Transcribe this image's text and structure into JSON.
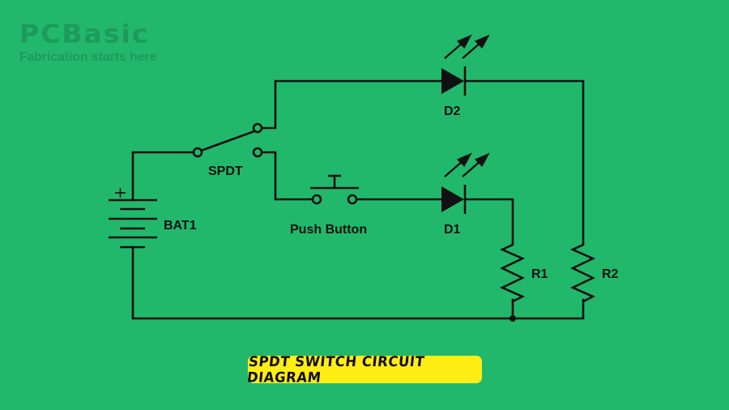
{
  "brand": {
    "name": "PCBasic",
    "tagline": "Fabrication starts here"
  },
  "colors": {
    "background": "#22b86c",
    "logo": "#1d9a5c",
    "wire": "#111111",
    "title_bg": "#ffee13"
  },
  "diagram": {
    "components": [
      {
        "id": "BAT1",
        "type": "battery",
        "label": "BAT1",
        "polarity_mark": "+"
      },
      {
        "id": "SPDT",
        "type": "spdt-switch",
        "label": "SPDT",
        "position": "upper-throw"
      },
      {
        "id": "PB",
        "type": "push-button",
        "label": "Push Button"
      },
      {
        "id": "D1",
        "type": "led",
        "label": "D1"
      },
      {
        "id": "D2",
        "type": "led",
        "label": "D2"
      },
      {
        "id": "R1",
        "type": "resistor",
        "label": "R1"
      },
      {
        "id": "R2",
        "type": "resistor",
        "label": "R2"
      }
    ],
    "connections": [
      [
        "BAT1+",
        "SPDT.common"
      ],
      [
        "SPDT.throw1",
        "D2.anode"
      ],
      [
        "SPDT.throw2",
        "PB.in"
      ],
      [
        "PB.out",
        "D1.anode"
      ],
      [
        "D1.cathode",
        "R1.top"
      ],
      [
        "D2.cathode",
        "R2.top"
      ],
      [
        "R1.bottom",
        "BAT1-"
      ],
      [
        "R2.bottom",
        "BAT1-"
      ]
    ]
  },
  "title": "SPDT SWITCH CIRCUIT DIAGRAM"
}
